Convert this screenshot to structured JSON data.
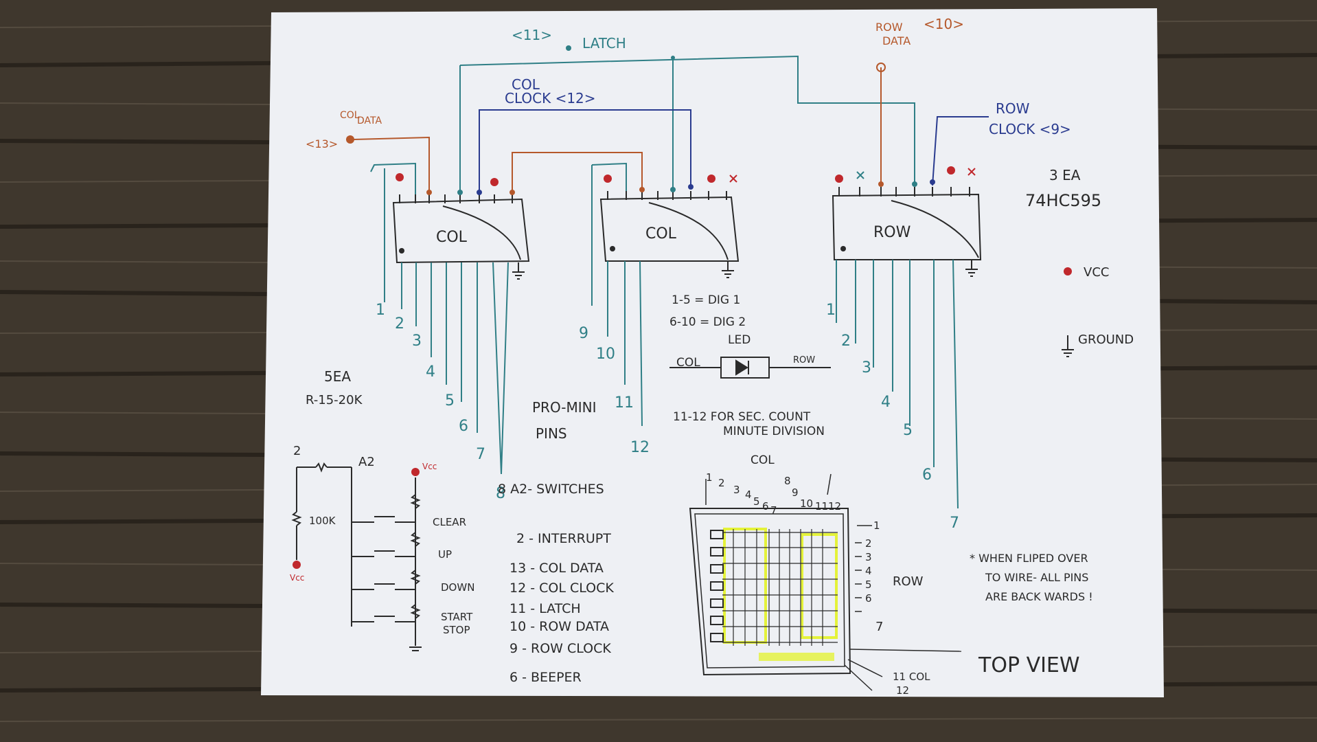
{
  "colors": {
    "ink": "#2a2a2a",
    "teal": "#2f7f86",
    "navy": "#2a3b8f",
    "red": "#c0282c",
    "orange": "#b5582b",
    "highlight": "#e4f23a",
    "paper": "#f1f2f5"
  },
  "signals": {
    "latch": "LATCH",
    "latch_pin": "<11>",
    "row_data": "ROW\nDATA",
    "row_data_l1": "ROW",
    "row_data_l2": "DATA",
    "row_data_pin": "<10>",
    "col_clock_l1": "COL",
    "col_clock_l2": "CLOCK <12>",
    "row_clock_l1": "ROW",
    "row_clock_l2": "CLOCK <9>",
    "col_data_l1": "COL",
    "col_data_l2": "DATA",
    "col_data_pin": "<13>"
  },
  "chips": {
    "chip1": "COL",
    "chip2": "COL",
    "chip3": "ROW",
    "count": "3 EA",
    "part": "74HC595"
  },
  "legend": {
    "vcc": "VCC",
    "ground": "GROUND"
  },
  "outputs": {
    "col1": [
      "1",
      "2",
      "3",
      "4",
      "5",
      "6",
      "7",
      "8"
    ],
    "col2": [
      "9",
      "10",
      "11",
      "12"
    ],
    "row": [
      "1",
      "2",
      "3",
      "4",
      "5",
      "6",
      "7"
    ]
  },
  "resistors": {
    "count": "5EA",
    "value": "R-15-20K"
  },
  "promini": {
    "l1": "PRO-MINI",
    "l2": "PINS",
    "pins": [
      "8  A2- SWITCHES",
      "2 - INTERRUPT",
      "13 - COL DATA",
      "12 - COL CLOCK",
      "11 - LATCH",
      "10 - ROW DATA",
      "9 - ROW CLOCK",
      "6 - BEEPER"
    ]
  },
  "notes": {
    "dig1": "1-5 = DIG 1",
    "dig2": "6-10 = DIG 2",
    "led": "LED",
    "led_col": "COL",
    "led_row": "ROW",
    "sec1": "11-12  FOR SEC. COUNT",
    "sec2": "MINUTE DIVISION"
  },
  "switches": {
    "pin2": "2",
    "a2": "A2",
    "vcc_top": "Vcc",
    "r100k": "100K",
    "vcc_bottom": "Vcc",
    "clear": "CLEAR",
    "up": "UP",
    "down": "DOWN",
    "start": "START",
    "stop": "STOP"
  },
  "matrix": {
    "col_title": "COL",
    "col_nums": [
      "1",
      "2",
      "3",
      "4",
      "5",
      "6",
      "7",
      "8",
      "9",
      "10",
      "11",
      "12"
    ],
    "row_nums": [
      "1",
      "2",
      "3",
      "4",
      "5",
      "6",
      "7"
    ],
    "row_title": "ROW",
    "top_view": "TOP VIEW",
    "n11": "11 COL",
    "n12": "12"
  },
  "warning": {
    "l1": "* WHEN FLIPED OVER",
    "l2": "TO WIRE- ALL PINS",
    "l3": "ARE BACK WARDS !"
  }
}
